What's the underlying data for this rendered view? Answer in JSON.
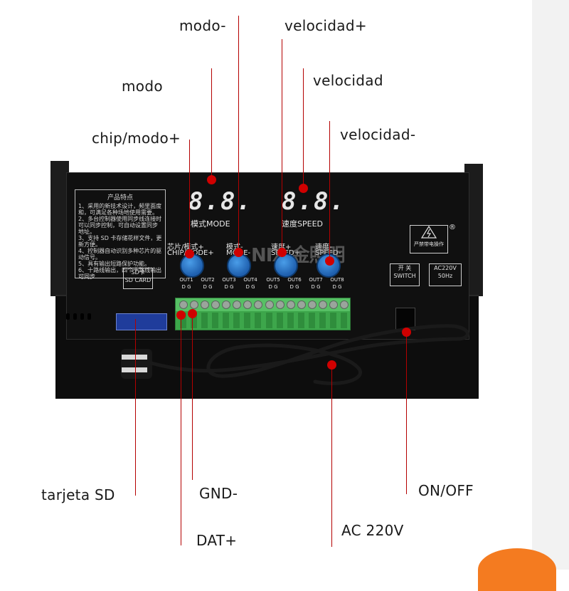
{
  "callouts": {
    "modo_minus": "modo-",
    "velocidad_plus": "velocidad+",
    "modo": "modo",
    "velocidad": "velocidad",
    "chip_modo_plus": "chip/modo+",
    "velocidad_minus": "velocidad-",
    "tarjeta_sd": "tarjeta SD",
    "gnd_minus": "GND-",
    "on_off": "ON/OFF",
    "dat_plus": "DAT+",
    "ac_220v": "AC 220V"
  },
  "device": {
    "spec_title": "产品特点",
    "spec_lines": [
      "1、采用的新技术设计，频里面度和，可满足各种场地使用需要。",
      "2、多台控制器使用同步线连接时可以同步控制，可自动设置同步地址。",
      "3、支持 SD 卡存储花样文件，更新方便。",
      "4、控制器自动识别多种芯片的驱动信号。",
      "5、具有输出短路保护功能。",
      "6、十路线输出，四个十路线输出可同步"
    ],
    "display_mode": "8.8.",
    "display_speed": "8.8.",
    "label_mode": "模式MODE",
    "label_speed": "速度SPEED",
    "btn1_label": "芯片/模式+",
    "btn1_sub": "CHIP/MODE+",
    "btn2_label": "模式-",
    "btn2_sub": "MODE-",
    "btn3_label": "速度+",
    "btn3_sub": "SPEED+",
    "btn4_label": "速度-",
    "btn4_sub": "SPEED-",
    "watermark": "NIX 金照明",
    "warning": "严禁带电操作",
    "sd_label_top": "SD卡",
    "sd_label_bottom": "SD CARD",
    "switch_top": "开 关",
    "switch_bottom": "SWITCH",
    "ac_top": "AC220V",
    "ac_bottom": "50Hz",
    "outputs": [
      "OUT1",
      "OUT2",
      "OUT3",
      "OUT4",
      "OUT5",
      "OUT6",
      "OUT7",
      "OUT8"
    ],
    "out_pins": "D G",
    "registered": "®"
  },
  "colors": {
    "lead_line": "#b40000",
    "terminal_green": "#3da64b",
    "button_blue": "#2a7fd4",
    "device_black": "#101010"
  }
}
